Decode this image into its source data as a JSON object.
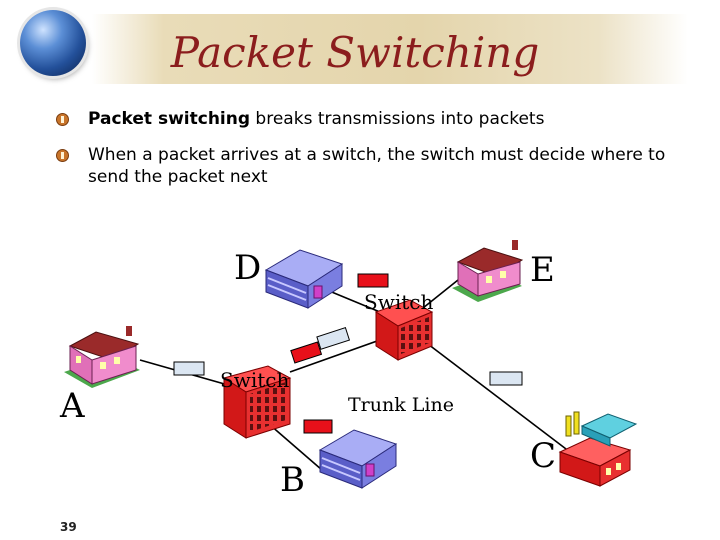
{
  "slide": {
    "title": "Packet Switching",
    "page_number": "39"
  },
  "bullets": [
    {
      "bold": "Packet switching",
      "text": " breaks transmissions into packets"
    },
    {
      "bold": "",
      "text": "When a packet arrives at a switch, the switch must decide where to send the packet next"
    }
  ],
  "diagram": {
    "nodes": {
      "A": "A",
      "B": "B",
      "C": "C",
      "D": "D",
      "E": "E"
    },
    "switch_left_label": "Switch",
    "switch_right_label": "Switch",
    "trunk_label": "Trunk Line"
  },
  "colors": {
    "title": "#8b1d1d",
    "switch": "#e02020",
    "packet_blue": "#dbe6f2",
    "packet_red": "#e8101a",
    "house_pink": "#e070b8",
    "office_blue": "#6b6fd6"
  }
}
